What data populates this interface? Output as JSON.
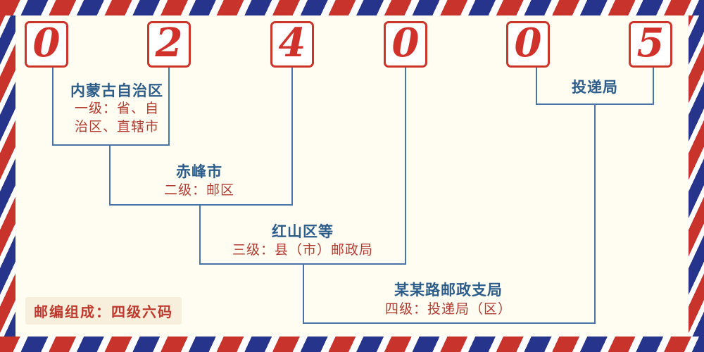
{
  "postal_code": {
    "digits": [
      "0",
      "2",
      "4",
      "0",
      "0",
      "5"
    ]
  },
  "levels": [
    {
      "name": "内蒙古自治区",
      "desc_line1": "一级：省、自",
      "desc_line2": "治区、直辖市"
    },
    {
      "name": "赤峰市",
      "desc": "二级：邮区"
    },
    {
      "name": "红山区等",
      "desc": "三级：县（市）邮政局"
    },
    {
      "name": "某某路邮政支局",
      "desc": "四级：投递局（区）"
    },
    {
      "name": "投递局"
    }
  ],
  "footer": {
    "note": "邮编组成：四级六码"
  },
  "colors": {
    "digit_red": "#d0312a",
    "box_border_red": "#cc352a",
    "connector_blue": "#4a74a8",
    "label_blue": "#2b5c8a",
    "desc_red": "#b03a2e",
    "border_stripe_red": "#c8342b",
    "border_stripe_blue": "#27348b",
    "background_cream": "#fffdf2"
  }
}
